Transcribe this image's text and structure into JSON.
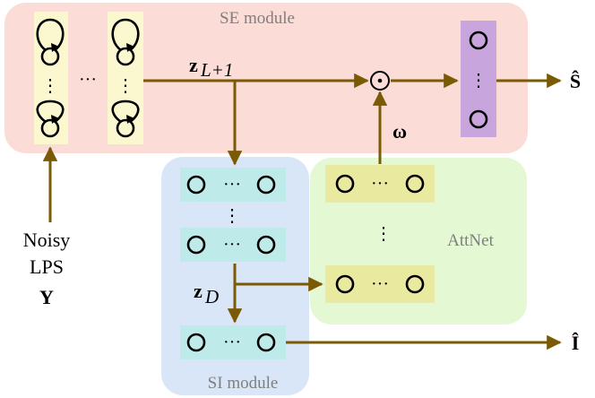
{
  "modules": {
    "se_label": "SE module",
    "si_label": "SI module",
    "attnet_label": "AttNet"
  },
  "inputs": {
    "line1": "Noisy",
    "line2": "LPS",
    "line3": "Y"
  },
  "signals": {
    "z_top_main": "z",
    "z_top_sub": "L+1",
    "z_mid_main": "z",
    "z_mid_sub": "D",
    "weight": "ω",
    "operator": "⊙"
  },
  "outputs": {
    "speech": "Ŝ",
    "identity": "Î"
  },
  "glyphs": {
    "hdots": "···",
    "vdots": "⋮"
  },
  "colors": {
    "se_bg": "#fbdcd6",
    "si_bg": "#d8e6f7",
    "attnet_bg": "#e4f8d4",
    "rnn_col": "#fbf8cf",
    "si_layer": "#bfeaea",
    "att_layer": "#e9ea9f",
    "output_layer": "#c8a5dc",
    "arrow": "#7b5a06"
  }
}
